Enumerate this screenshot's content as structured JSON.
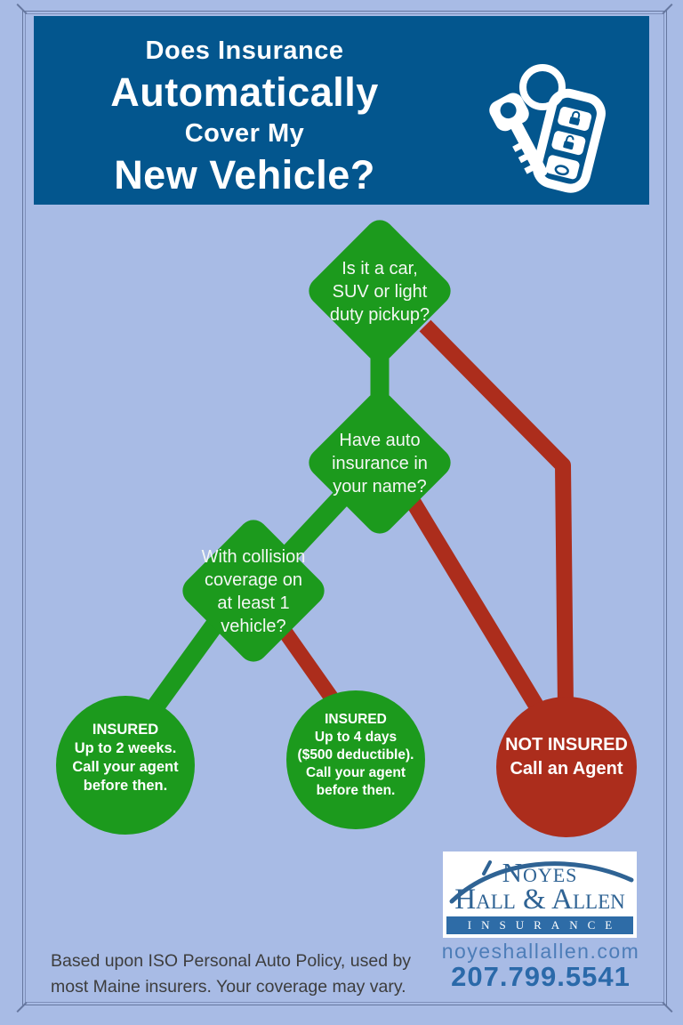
{
  "poster": {
    "background": "#a8bbe5",
    "frame_color": "#66779f"
  },
  "header": {
    "background": "#03568e",
    "text_color": "#ffffff",
    "title_lines": [
      "Does Insurance",
      "Automatically",
      "Cover My",
      "New Vehicle?"
    ],
    "icon": "car-keys"
  },
  "flowchart": {
    "yes_color": "#1c9a1d",
    "no_color": "#ac2d1c",
    "questions": [
      {
        "lines": [
          "Is it a car,",
          "SUV or light",
          "duty pickup?"
        ]
      },
      {
        "lines": [
          "Have auto",
          "insurance in",
          "your name?"
        ]
      },
      {
        "lines": [
          "With collision",
          "coverage on",
          "at least 1",
          "vehicle?"
        ]
      }
    ],
    "outcomes": [
      {
        "type": "insured",
        "lines": [
          "INSURED",
          "Up to 2 weeks.",
          "Call your agent",
          "before then."
        ]
      },
      {
        "type": "insured",
        "lines": [
          "INSURED",
          "Up to 4 days",
          "($500 deductible).",
          "Call your agent",
          "before then."
        ]
      },
      {
        "type": "not-insured",
        "lines": [
          "NOT INSURED",
          "Call an Agent"
        ]
      }
    ]
  },
  "footer": {
    "disclaimer_lines": [
      "Based upon ISO Personal Auto Policy, used by",
      "most Maine insurers. Your coverage may vary."
    ],
    "logo": {
      "name_top": "Noyes",
      "name_bottom": "Hall & Allen",
      "banner": "INSURANCE",
      "color": "#2f6394"
    },
    "website": "noyeshallallen.com",
    "phone": "207.799.5541"
  }
}
